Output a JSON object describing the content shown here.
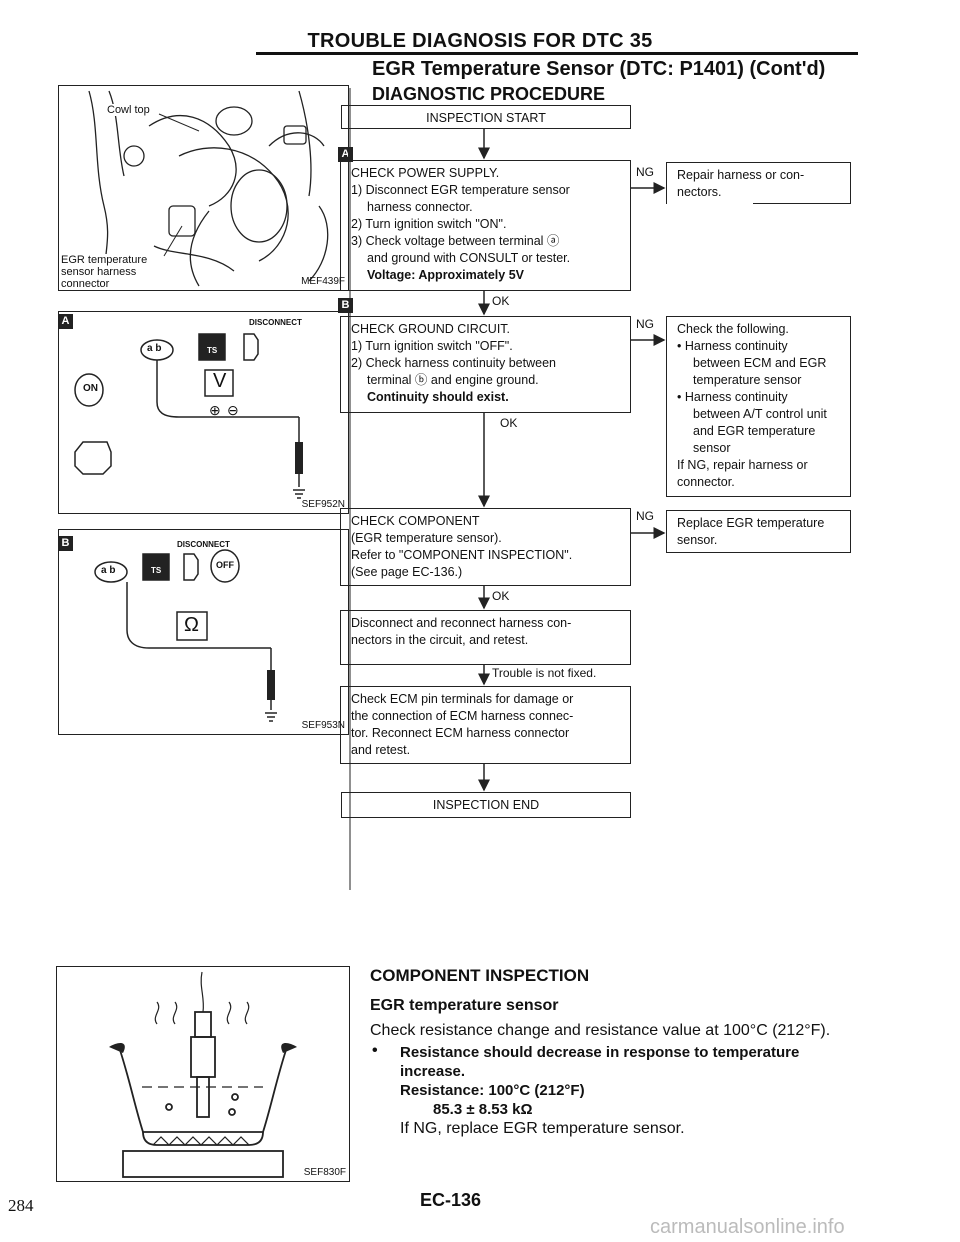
{
  "header": {
    "title": "TROUBLE DIAGNOSIS FOR DTC 35",
    "subtitle": "EGR Temperature Sensor (DTC: P1401) (Cont'd)"
  },
  "procedure": {
    "title": "DIAGNOSTIC PROCEDURE",
    "start": "INSPECTION START",
    "end": "INSPECTION END",
    "step_a": {
      "letter": "A",
      "lines": [
        "CHECK POWER SUPPLY.",
        "1) Disconnect EGR temperature sensor",
        "harness connector.",
        "2) Turn ignition switch \"ON\".",
        "3) Check voltage between terminal ⓐ",
        "and ground with CONSULT or tester."
      ],
      "spec": "Voltage: Approximately 5V",
      "ng_label": "NG",
      "ng_action": [
        "Repair harness or con-",
        "nectors."
      ],
      "ok_label": "OK"
    },
    "step_b": {
      "letter": "B",
      "lines": [
        "CHECK GROUND CIRCUIT.",
        "1) Turn ignition switch \"OFF\".",
        "2) Check harness continuity between",
        "terminal ⓑ and engine ground."
      ],
      "spec": "Continuity should exist.",
      "ng_label": "NG",
      "ng_action": [
        "Check the following.",
        "• Harness continuity",
        "between ECM and EGR",
        "temperature sensor",
        "• Harness continuity",
        "between A/T control unit",
        "and EGR temperature",
        "sensor",
        "If NG, repair harness or",
        "connector."
      ],
      "ok_label": "OK"
    },
    "step_c": {
      "lines": [
        "CHECK COMPONENT",
        "(EGR temperature sensor).",
        "Refer to \"COMPONENT INSPECTION\".",
        "(See page EC-136.)"
      ],
      "ng_label": "NG",
      "ng_action": [
        "Replace EGR temperature",
        "sensor."
      ],
      "ok_label": "OK"
    },
    "step_d": {
      "lines": [
        "Disconnect and reconnect harness con-",
        "nectors in the circuit, and retest."
      ],
      "next_label": "Trouble is not fixed."
    },
    "step_e": {
      "lines": [
        "Check ECM pin terminals for damage or",
        "the connection of ECM harness connec-",
        "tor. Reconnect ECM harness connector",
        "and retest."
      ]
    }
  },
  "figures": {
    "fig1": {
      "code": "MEF439F",
      "label_cowl": "Cowl top",
      "label_sensor": [
        "EGR temperature",
        "sensor harness",
        "connector"
      ]
    },
    "fig2": {
      "letter": "A",
      "code": "SEF952N",
      "disconnect": "DISCONNECT",
      "meter": "V",
      "on": "ON",
      "ts": "TS",
      "ab": "a b",
      "plus": "⊕",
      "minus": "⊖"
    },
    "fig3": {
      "letter": "B",
      "code": "SEF953N",
      "disconnect": "DISCONNECT",
      "meter": "Ω",
      "off": "OFF",
      "ts": "TS",
      "ab": "a b"
    },
    "fig4": {
      "code": "SEF830F"
    }
  },
  "component": {
    "title": "COMPONENT INSPECTION",
    "subtitle": "EGR temperature sensor",
    "intro": "Check resistance change and resistance value at 100°C (212°F).",
    "bullet": "•",
    "bold_line1": "Resistance should decrease in response to temperature",
    "bold_line2": "increase.",
    "resistance_label": "Resistance: 100°C (212°F)",
    "resistance_value": "85.3 ± 8.53 kΩ",
    "ng_text": "If NG, replace EGR temperature sensor."
  },
  "footer": {
    "page_code": "EC-136",
    "page_number": "284",
    "watermark": "carmanualsonline.info"
  }
}
